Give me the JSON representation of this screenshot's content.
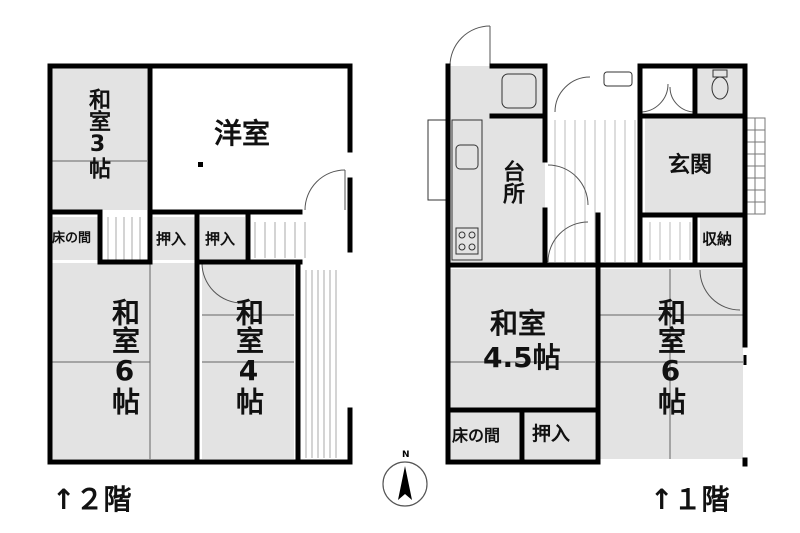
{
  "floors": {
    "second": {
      "label": "↑２階",
      "rooms": {
        "washitsu3": "和室3帖",
        "youshitsu": "洋室",
        "tokonoma": "床の間",
        "oshiire_a": "押入",
        "oshiire_b": "押入",
        "washitsu6": "和室6帖",
        "washitsu4": "和室4帖"
      }
    },
    "first": {
      "label": "↑１階",
      "rooms": {
        "daidokoro": "台所",
        "genkan": "玄関",
        "shuunou": "収納",
        "washitsu45_a": "和室",
        "washitsu45_b": "4.5帖",
        "washitsu6": "和室6帖",
        "tokonoma": "床の間",
        "oshiire": "押入"
      }
    }
  },
  "compass": {
    "north": "N"
  },
  "colors": {
    "room_fill": "#e3e3e3",
    "wall": "#000000",
    "line": "#555555"
  }
}
